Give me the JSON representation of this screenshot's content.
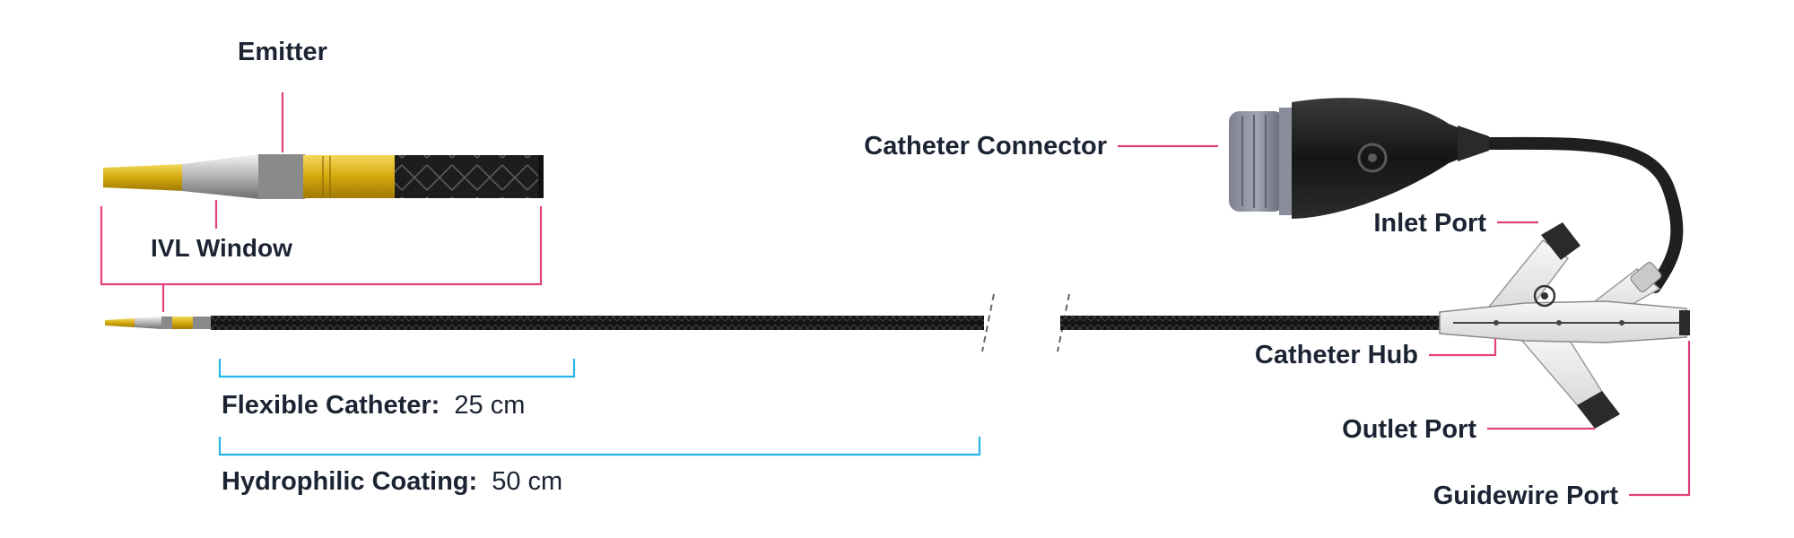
{
  "labels": {
    "emitter": "Emitter",
    "ivl_window": "IVL Window",
    "catheter_connector": "Catheter Connector",
    "inlet_port": "Inlet Port",
    "catheter_hub": "Catheter Hub",
    "outlet_port": "Outlet Port",
    "guidewire_port": "Guidewire Port"
  },
  "measurements": [
    {
      "name": "Flexible Catheter:",
      "value": "25 cm"
    },
    {
      "name": "Hydrophilic Coating:",
      "value": "50 cm"
    }
  ],
  "colors": {
    "callout": "#e2407f",
    "bracket": "#27b4e6",
    "text": "#1c2433",
    "tip": "#e8c418",
    "shaft": "#1b1b1b"
  }
}
